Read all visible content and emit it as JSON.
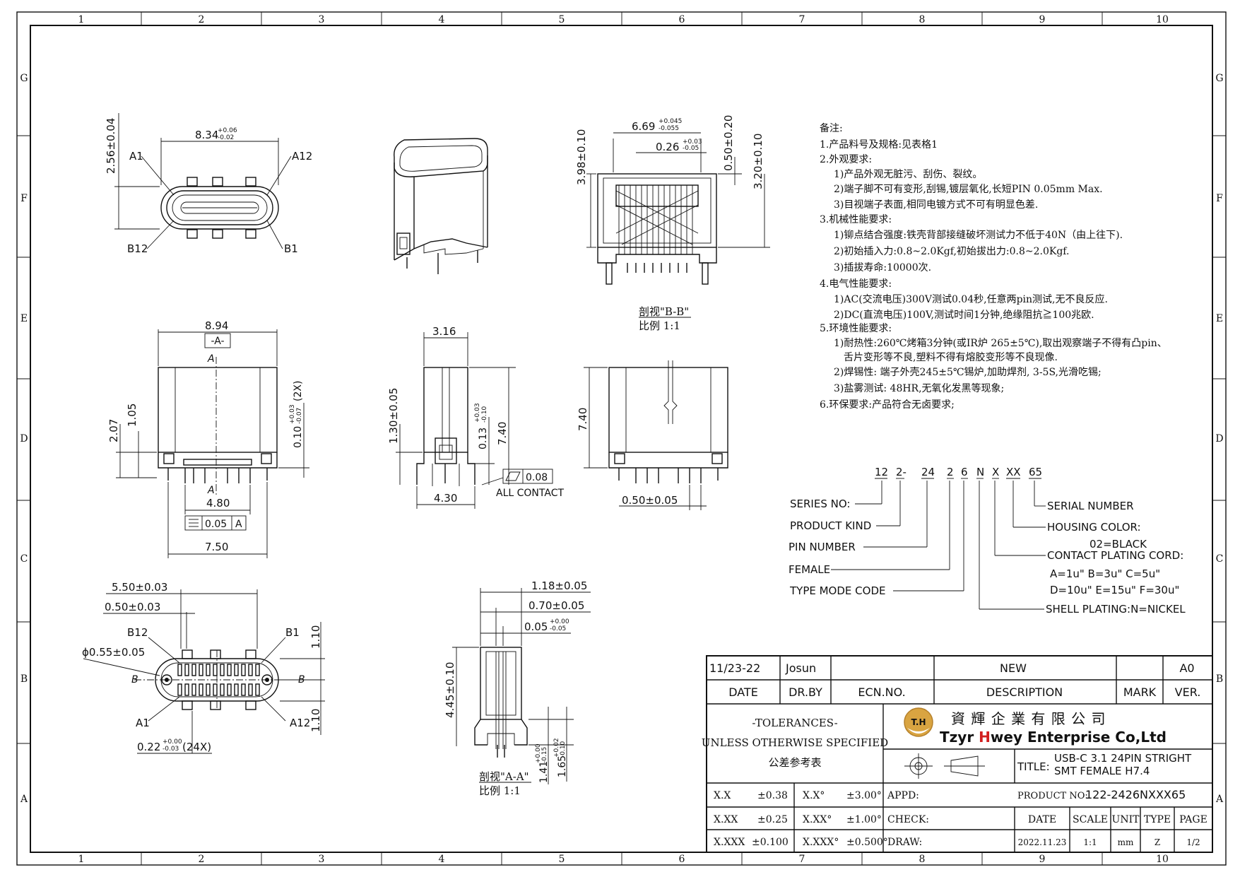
{
  "frame": {
    "col_numbers": [
      "1",
      "2",
      "3",
      "4",
      "5",
      "6",
      "7",
      "8",
      "9",
      "10"
    ],
    "row_letters": [
      "G",
      "F",
      "E",
      "D",
      "C",
      "B",
      "A"
    ]
  },
  "views": {
    "top": {
      "width": "8.34",
      "width_tol_up": "+0.06",
      "width_tol_dn": "-0.02",
      "height": "2.56±0.04",
      "a1": "A1",
      "a12": "A12",
      "b12": "B12",
      "b1": "B1"
    },
    "section_bb": {
      "w1": "6.69",
      "w1_up": "+0.045",
      "w1_dn": "-0.055",
      "w2": "0.26",
      "w2_up": "+0.03",
      "w2_dn": "-0.05",
      "h1": "3.98±0.10",
      "h2": "0.50±0.20",
      "h3": "3.20±0.10",
      "caption": "剖视\"B-B\"",
      "scale": "比例  1:1"
    },
    "front": {
      "width": "8.94",
      "datum": "-A-",
      "sec_a_top": "A",
      "sec_a_bot": "A",
      "h207": "2.07",
      "h105": "1.05",
      "tol": "0.10",
      "tol_up": "+0.03",
      "tol_dn": "-0.07",
      "tol_suffix": "(2X)",
      "w480": "4.80",
      "w750": "7.50",
      "fcf_val": "0.05",
      "fcf_ref": "A"
    },
    "side": {
      "w316": "3.16",
      "h130": "1.30±0.05",
      "h013": "0.13",
      "h013_up": "+0.03",
      "h013_dn": "-0.10",
      "h740": "7.40",
      "w430": "4.30",
      "flat_val": "0.08",
      "all_contact": "ALL CONTACT"
    },
    "back": {
      "h740": "7.40",
      "w050": "0.50±0.05"
    },
    "bottom": {
      "d550": "5.50±0.03",
      "d050": "0.50±0.03",
      "b12": "B12",
      "b1": "B1",
      "a1": "A1",
      "a12": "A12",
      "phi": "ϕ0.55±0.05",
      "d110a": "1.10",
      "d110b": "1.10",
      "pin": "0.22",
      "pin_up": "+0.00",
      "pin_dn": "-0.03",
      "pin_suffix": "(24X)",
      "sec_b": "B"
    },
    "section_aa": {
      "d118": "1.18±0.05",
      "d070": "0.70±0.05",
      "d005": "0.05",
      "d005_up": "+0.00",
      "d005_dn": "-0.05",
      "h445": "4.45±0.10",
      "h141": "1.41",
      "h141_up": "+0.00",
      "h141_dn": "-0.15",
      "h165": "1.65",
      "h165_up": "+0.02",
      "h165_dn": "-0.10",
      "caption": "剖视\"A-A\"",
      "scale": "比例  1:1"
    }
  },
  "notes": {
    "title": "备注:",
    "lines": [
      "1.产品料号及规格:见表格1",
      "2.外观要求:",
      "1)产品外观无脏污、刮伤、裂纹。",
      "2)端子脚不可有变形,刮锡,镀层氧化,长短PIN 0.05mm Max.",
      "3)目视端子表面,相同电镀方式不可有明显色差.",
      "3.机械性能要求:",
      "1)铆点结合强度:铁壳背部接缝破坏测试力不低于40N（由上往下).",
      "2)初始插入力:0.8~2.0Kgf,初始拔出力:0.8~2.0Kgf.",
      "3)插拔寿命:10000次.",
      "4.电气性能要求:",
      "1)AC(交流电压)300V测试0.04秒,任意两pin测试,无不良反应.",
      "2)DC(直流电压)100V,测试时间1分钟,绝缘阻抗≧100兆欧.",
      "5.环境性能要求:",
      "1)耐热性:260℃烤箱3分钟(或IR炉 265±5℃),取出观察端子不得有凸pin、",
      "舌片变形等不良,塑料不得有熔胶变形等不良现像.",
      "2)焊锡性: 端子外壳245±5℃锡炉,加助焊剂, 3-5S,光滑吃锡;",
      "3)盐雾测试: 48HR,无氧化发黑等现象;",
      "6.环保要求:产品符合无卤要求;"
    ]
  },
  "part_code": {
    "segments": [
      "12",
      "2-",
      "24",
      "2",
      "6",
      "N",
      "X",
      "XX",
      "65"
    ],
    "series_no": "SERIES NO:",
    "product_kind": "PRODUCT KIND",
    "pin_number": "PIN NUMBER",
    "female": "FEMALE",
    "type_mode": "TYPE MODE CODE",
    "serial": "SERIAL NUMBER",
    "housing": "HOUSING COLOR:",
    "black": "02=BLACK",
    "contact": "CONTACT PLATING CORD:",
    "plating1": "A=1u\"  B=3u\"  C=5u\"",
    "plating2": "D=10u\" E=15u\" F=30u\"",
    "shell": "SHELL PLATING:N=NICKEL"
  },
  "title_block": {
    "rev_date": "11/23-22",
    "rev_by": "Josun",
    "rev_desc": "NEW",
    "rev_ver": "A0",
    "h_date": "DATE",
    "h_drby": "DR.BY",
    "h_ecn": "ECN.NO.",
    "h_desc": "DESCRIPTION",
    "h_mark": "MARK",
    "h_ver": "VER.",
    "tol_title": "-TOLERANCES-",
    "tol_unless": "UNLESS OTHERWISE SPECIFIED",
    "tol_cn": "公差参考表",
    "logo_text": "T.H",
    "company_cn": "資 輝 企 業 有 限 公 司",
    "company_t": "Tzyr ",
    "company_h": "H",
    "company_rest": "wey Enterprise Co,Ltd",
    "title_label": "TITLE:",
    "title_l1": "USB-C 3.1 24PIN STRIGHT",
    "title_l2": "SMT FEMALE H7.4",
    "tol_rows": [
      {
        "k1": "X.X",
        "v1": "±0.38",
        "k2": "X.X°",
        "v2": "±3.00°"
      },
      {
        "k1": "X.XX",
        "v1": "±0.25",
        "k2": "X.XX°",
        "v2": "±1.00°"
      },
      {
        "k1": "X.XXX",
        "v1": "±0.100",
        "k2": "X.XXX°",
        "v2": "±0.500°"
      }
    ],
    "appd": "APPD:",
    "check": "CHECK:",
    "draw": "DRAW:",
    "product_no_label": "PRODUCT NO:",
    "product_no": "122-2426NXXX65",
    "h2_date": "DATE",
    "h2_scale": "SCALE",
    "h2_unit": "UNIT",
    "h2_type": "TYPE",
    "h2_page": "PAGE",
    "v_date": "2022.11.23",
    "v_scale": "1:1",
    "v_unit": "mm",
    "v_type": "Z",
    "v_page": "1/2"
  },
  "colors": {
    "logo_gold": "#d9a441",
    "accent_red": "#d21f1f",
    "line": "#111111"
  }
}
